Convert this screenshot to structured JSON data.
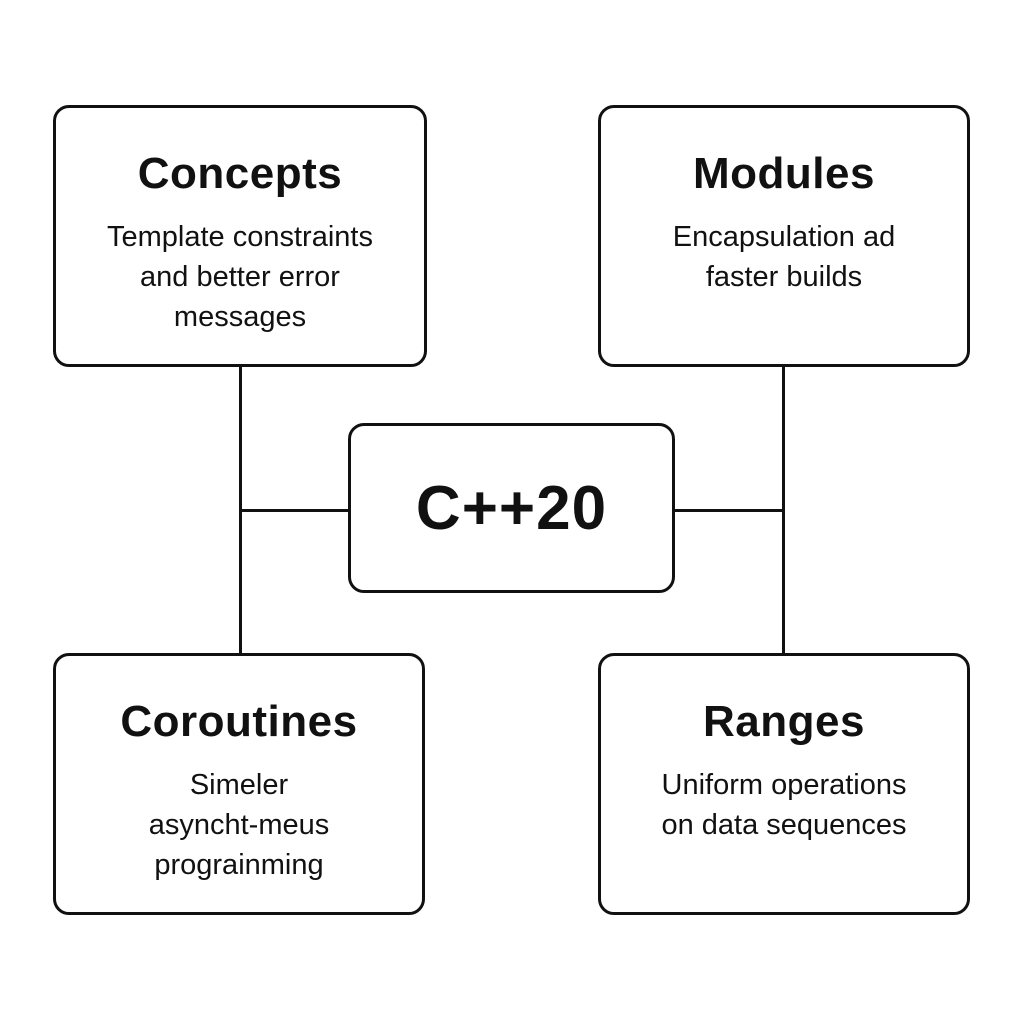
{
  "diagram": {
    "center": {
      "label": "C++20"
    },
    "nodes": [
      {
        "id": "concepts",
        "title": "Concepts",
        "lines": [
          "Template constraints",
          "and better error",
          "messages"
        ]
      },
      {
        "id": "modules",
        "title": "Modules",
        "lines": [
          "Encapsulation ad",
          "faster builds"
        ]
      },
      {
        "id": "coroutines",
        "title": "Coroutines",
        "lines": [
          "Simeler",
          "asyncht-meus",
          "prograinming"
        ]
      },
      {
        "id": "ranges",
        "title": "Ranges",
        "lines": [
          "Uniform operations",
          "on data sequences"
        ]
      }
    ],
    "colors": {
      "background": "#ffffff",
      "stroke": "#111111",
      "text": "#111111"
    }
  }
}
